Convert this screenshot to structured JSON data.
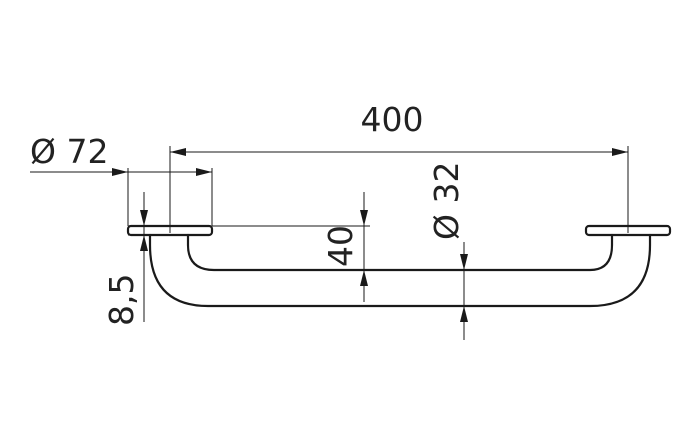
{
  "dimensions": {
    "overall_length": "400",
    "flange_diameter": "Ø 72",
    "tube_diameter": "Ø 32",
    "projection": "40",
    "flange_thickness": "8,5"
  },
  "colors": {
    "line": "#1a1a1a",
    "background": "#ffffff"
  }
}
